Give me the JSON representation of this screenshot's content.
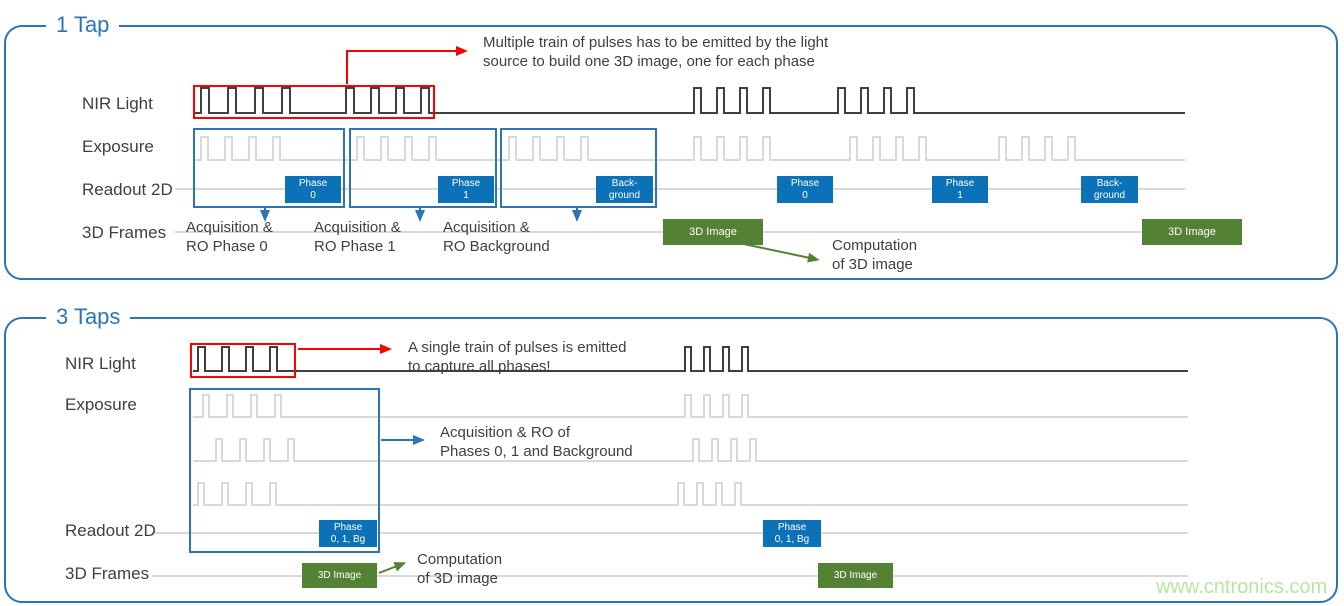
{
  "colors": {
    "accent_blue": "#2E74B5",
    "badge_blue": "#0C72B8",
    "green": "#548235",
    "red": "#FF0000",
    "waveform_dark": "#3F3F3F",
    "waveform_light": "#D9D9D9",
    "text": "#3F3F3F",
    "watermark_green": "#B6E7A0"
  },
  "watermark": "www.cntronics.com",
  "tap1": {
    "title": "1 Tap",
    "row_labels": {
      "nir": "NIR Light",
      "exposure": "Exposure",
      "readout": "Readout 2D",
      "frames": "3D Frames"
    },
    "pulse_note_l1": "Multiple train of pulses has to be emitted by the light",
    "pulse_note_l2": "source to build one 3D image, one for each phase",
    "readout_badges": [
      {
        "l1": "Phase",
        "l2": "0"
      },
      {
        "l1": "Phase",
        "l2": "1"
      },
      {
        "l1": "Back-",
        "l2": "ground"
      },
      {
        "l1": "Phase",
        "l2": "0"
      },
      {
        "l1": "Phase",
        "l2": "1"
      },
      {
        "l1": "Back-",
        "l2": "ground"
      }
    ],
    "acquisition_labels": [
      {
        "l1": "Acquisition &",
        "l2": "RO Phase 0"
      },
      {
        "l1": "Acquisition &",
        "l2": "RO Phase 1"
      },
      {
        "l1": "Acquisition &",
        "l2": "RO Background"
      }
    ],
    "frame_badge": "3D Image",
    "computation_l1": "Computation",
    "computation_l2": "of 3D image"
  },
  "taps3": {
    "title": "3 Taps",
    "row_labels": {
      "nir": "NIR Light",
      "exposure": "Exposure",
      "readout": "Readout 2D",
      "frames": "3D Frames"
    },
    "pulse_note_l1": "A single train of pulses is emitted",
    "pulse_note_l2": "to capture all phases!",
    "acquisition_note_l1": "Acquisition & RO of",
    "acquisition_note_l2": "Phases 0, 1 and Background",
    "readout_badge": {
      "l1": "Phase",
      "l2": "0, 1, Bg"
    },
    "frame_badge": "3D Image",
    "computation_l1": "Computation",
    "computation_l2": "of 3D image"
  }
}
